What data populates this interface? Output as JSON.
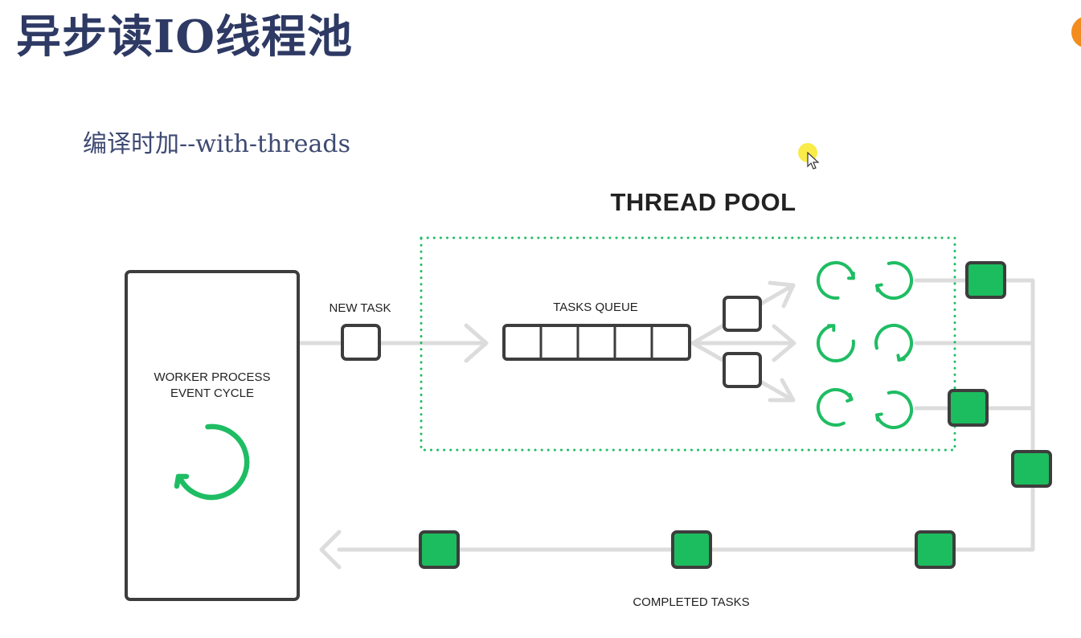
{
  "slide": {
    "title": "异步读IO线程池",
    "subtitle": "编译时加--with-threads"
  },
  "diagram": {
    "pool_title": "THREAD POOL",
    "worker_label_line1": "WORKER PROCESS",
    "worker_label_line2": "EVENT CYCLE",
    "new_task_label": "NEW TASK",
    "queue_label": "TASKS QUEUE",
    "completed_label": "COMPLETED TASKS",
    "queue_slots": 5,
    "thread_rows": 3,
    "completed_tasks_shown": 3
  },
  "colors": {
    "accent_green": "#1fbd63",
    "task_fill_green": "#1cbd5e",
    "outline_dark": "#3d3d3d",
    "arrow_gray": "#dcdcdc",
    "title_navy": "#2e3a64"
  },
  "icons": [
    "cycle-arrow-icon",
    "cursor-icon"
  ]
}
